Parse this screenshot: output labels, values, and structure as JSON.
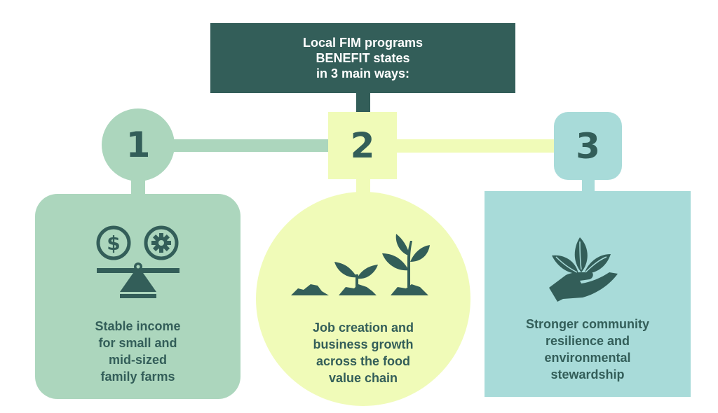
{
  "header": {
    "lines": [
      "Local FIM programs",
      "BENEFIT states",
      "in 3 main ways:"
    ]
  },
  "colors": {
    "dark": "#335e59",
    "benefit_1": "#acd6bd",
    "benefit_2": "#f0fbb8",
    "benefit_3": "#a8dbd9"
  },
  "benefits": [
    {
      "number": "1",
      "icon": "balance-scale-money-gear-icon",
      "lines": [
        "Stable income",
        "for small and",
        "mid-sized",
        "family farms"
      ]
    },
    {
      "number": "2",
      "icon": "growing-plants-icon",
      "lines": [
        "Job creation and",
        "business growth",
        "across the food",
        "value chain"
      ]
    },
    {
      "number": "3",
      "icon": "hand-holding-plant-icon",
      "lines": [
        "Stronger community",
        "resilience and",
        "environmental",
        "stewardship"
      ]
    }
  ]
}
